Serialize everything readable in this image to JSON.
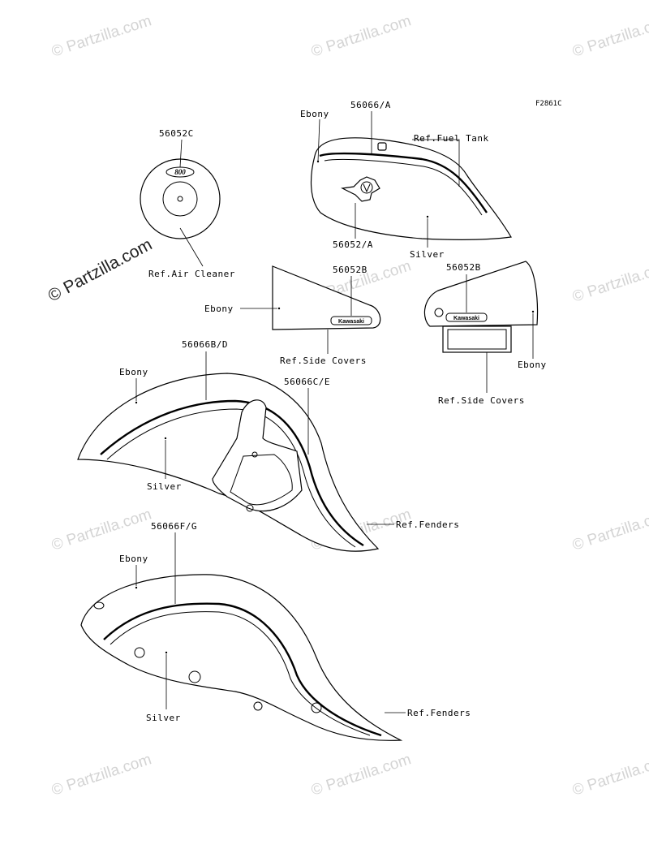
{
  "figure_code": "F2861C",
  "watermark": {
    "tile_text": "© Partzilla.com",
    "main_text": "© Partzilla.com"
  },
  "air_cleaner": {
    "part_number": "56052C",
    "ref": "Ref.Air Cleaner",
    "badge_text": "800"
  },
  "fuel_tank": {
    "part_number_stripe": "56066/A",
    "part_number_emblem": "56052/A",
    "ref": "Ref.Fuel Tank",
    "color_left": "Ebony",
    "color_right": "Silver"
  },
  "side_cover_left": {
    "part_number": "56052B",
    "color": "Ebony",
    "ref": "Ref.Side Covers",
    "badge_text": "Kawasaki"
  },
  "side_cover_right": {
    "part_number": "56052B",
    "color": "Ebony",
    "ref": "Ref.Side Covers",
    "badge_text": "Kawasaki"
  },
  "front_fender": {
    "part_number_stripe": "56066B/D",
    "part_number_stripe2": "56066C/E",
    "color_top": "Ebony",
    "color_bottom": "Silver",
    "ref": "Ref.Fenders"
  },
  "rear_fender": {
    "part_number_stripe": "56066F/G",
    "color_top": "Ebony",
    "color_bottom": "Silver",
    "ref": "Ref.Fenders"
  }
}
